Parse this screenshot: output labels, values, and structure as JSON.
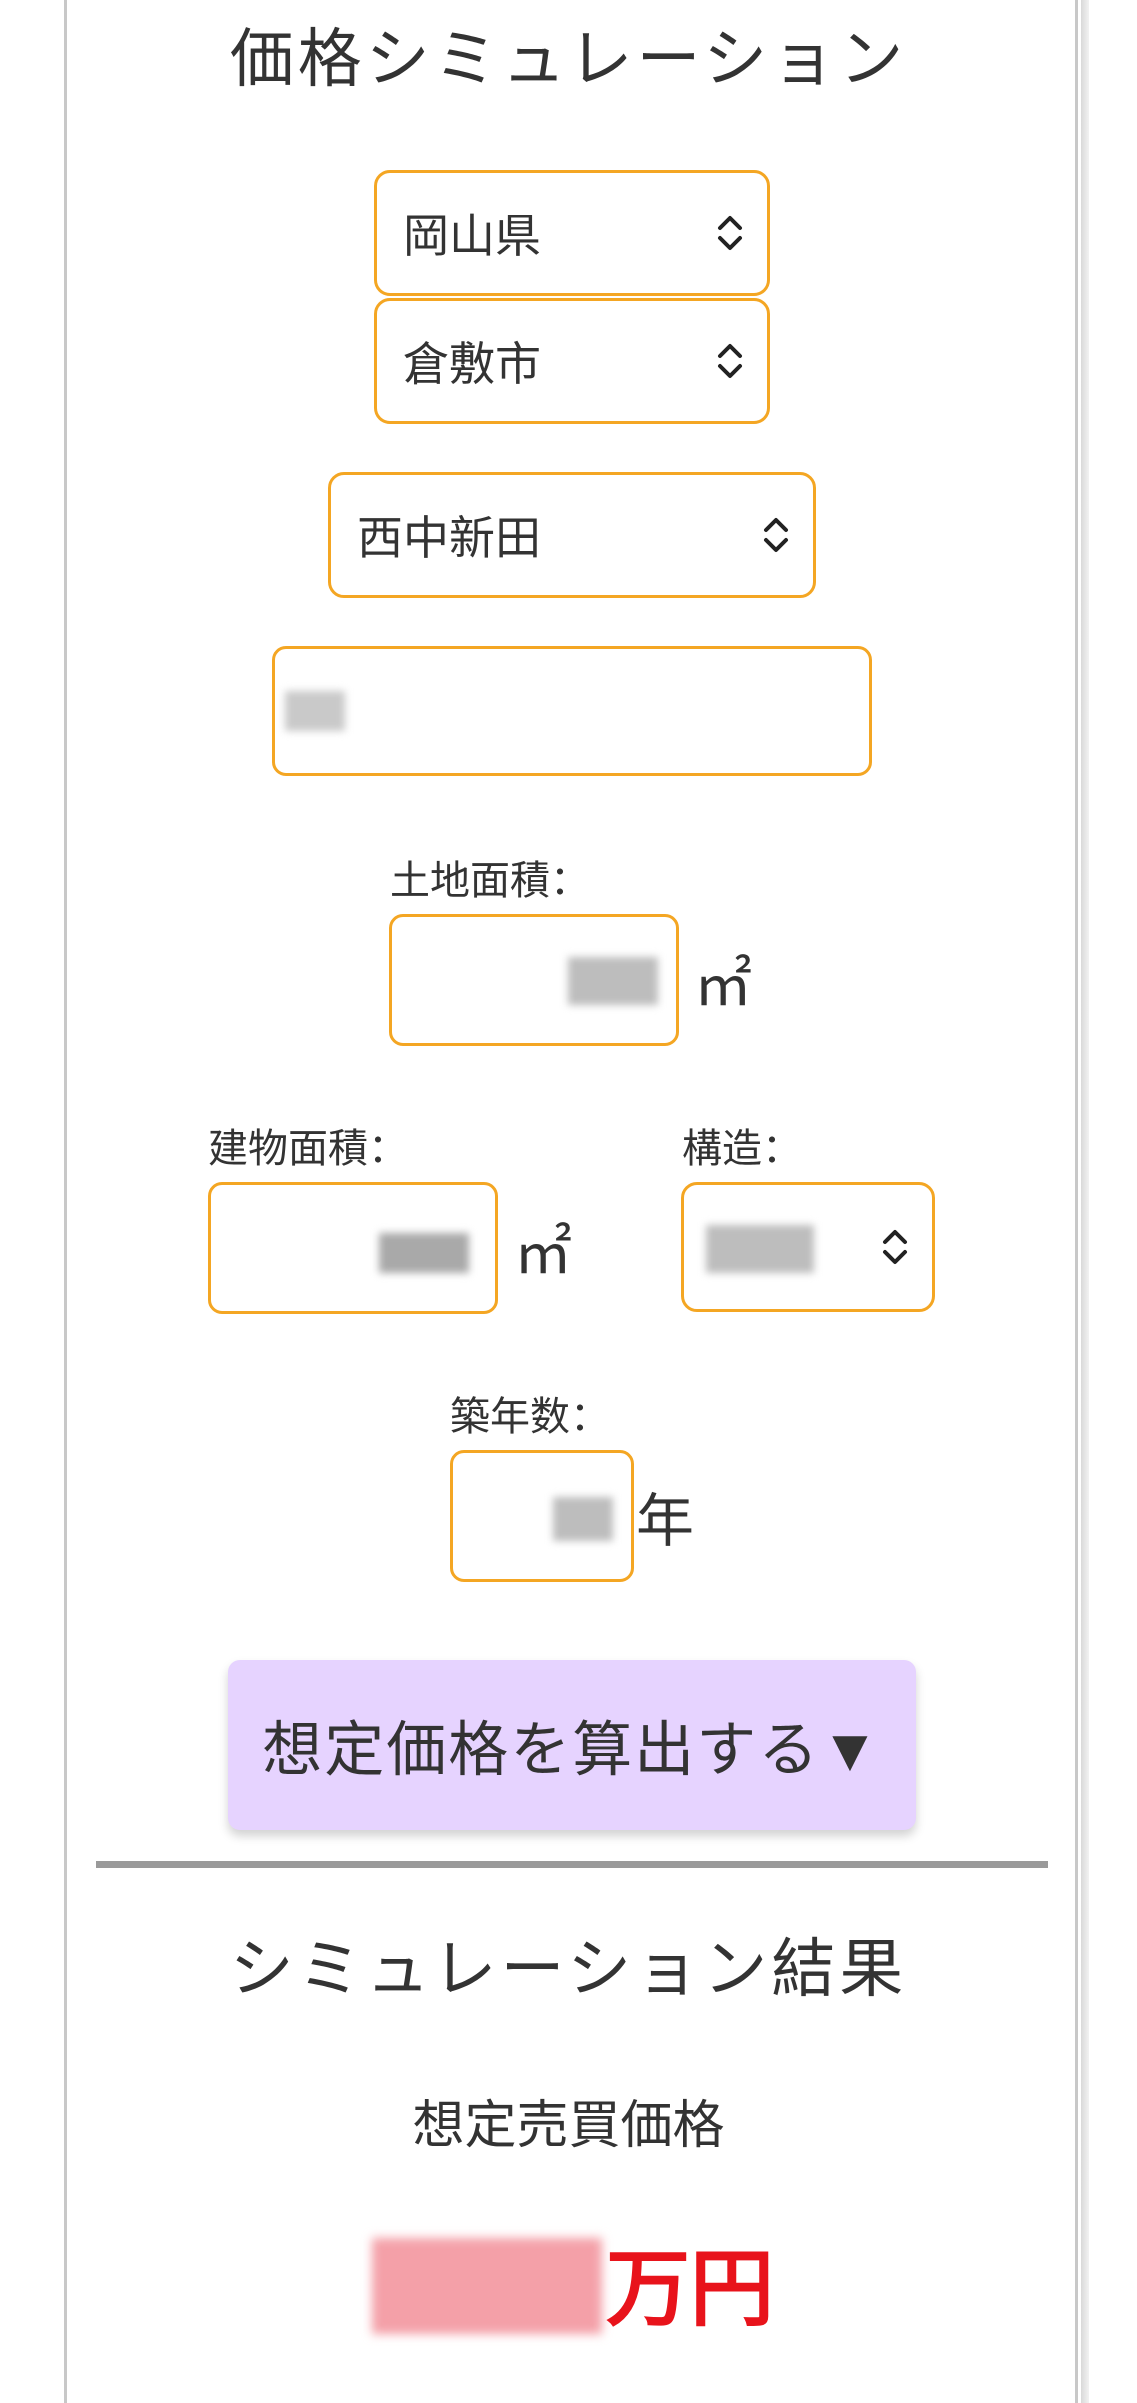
{
  "page": {
    "title": "価格シミュレーション"
  },
  "form": {
    "prefecture": {
      "value": "岡山県"
    },
    "city": {
      "value": "倉敷市"
    },
    "district": {
      "value": "西中新田"
    },
    "address": {
      "value": ""
    },
    "land_area": {
      "label": "土地面積：",
      "value": "",
      "unit": "㎡"
    },
    "building_area": {
      "label": "建物面積：",
      "value": "",
      "unit": "㎡"
    },
    "structure": {
      "label": "構造：",
      "value": ""
    },
    "age": {
      "label": "築年数：",
      "value": "",
      "unit": "年"
    },
    "submit_label": "想定価格を算出する▼"
  },
  "result": {
    "title": "シミュレーション結果",
    "subtitle": "想定売買価格",
    "price_unit": "万円"
  },
  "colors": {
    "border_accent": "#f4a623",
    "button_bg": "#e6d3ff",
    "price_red": "#e8131b"
  }
}
